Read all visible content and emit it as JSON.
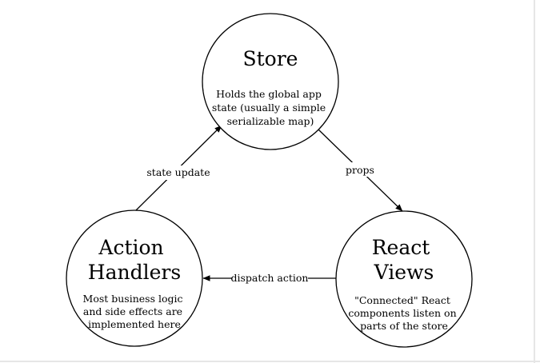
{
  "nodes": {
    "store": {
      "title": [
        "Store"
      ],
      "description": [
        "Holds the global app",
        "state (usually a simple",
        "serializable map)"
      ]
    },
    "react_views": {
      "title": [
        "React",
        "Views"
      ],
      "description": [
        "\"Connected\" React",
        "components listen on",
        "parts of the store"
      ]
    },
    "action_handlers": {
      "title": [
        "Action",
        "Handlers"
      ],
      "description": [
        "Most business logic",
        "and side effects are",
        "implemented here"
      ]
    }
  },
  "edges": {
    "props": {
      "label": "props"
    },
    "dispatch_action": {
      "label": "dispatch action"
    },
    "state_update": {
      "label": "state update"
    }
  },
  "colors": {
    "stroke": "#000000",
    "background": "#ffffff",
    "frame": "#e6e6e6"
  }
}
